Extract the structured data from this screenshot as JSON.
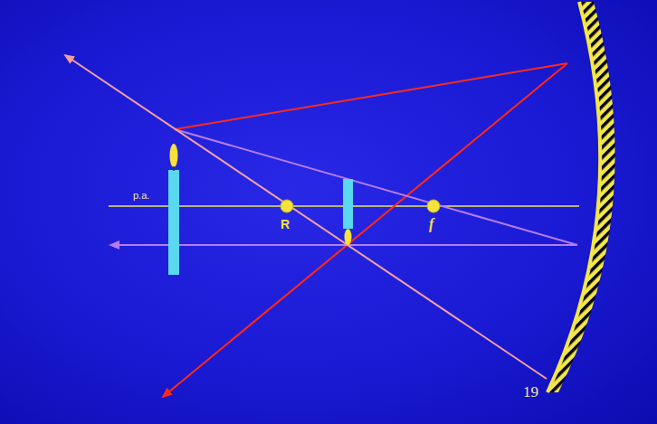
{
  "diagram": {
    "labels": [
      "p.a.",
      "R",
      "f",
      "19"
    ]
  }
}
